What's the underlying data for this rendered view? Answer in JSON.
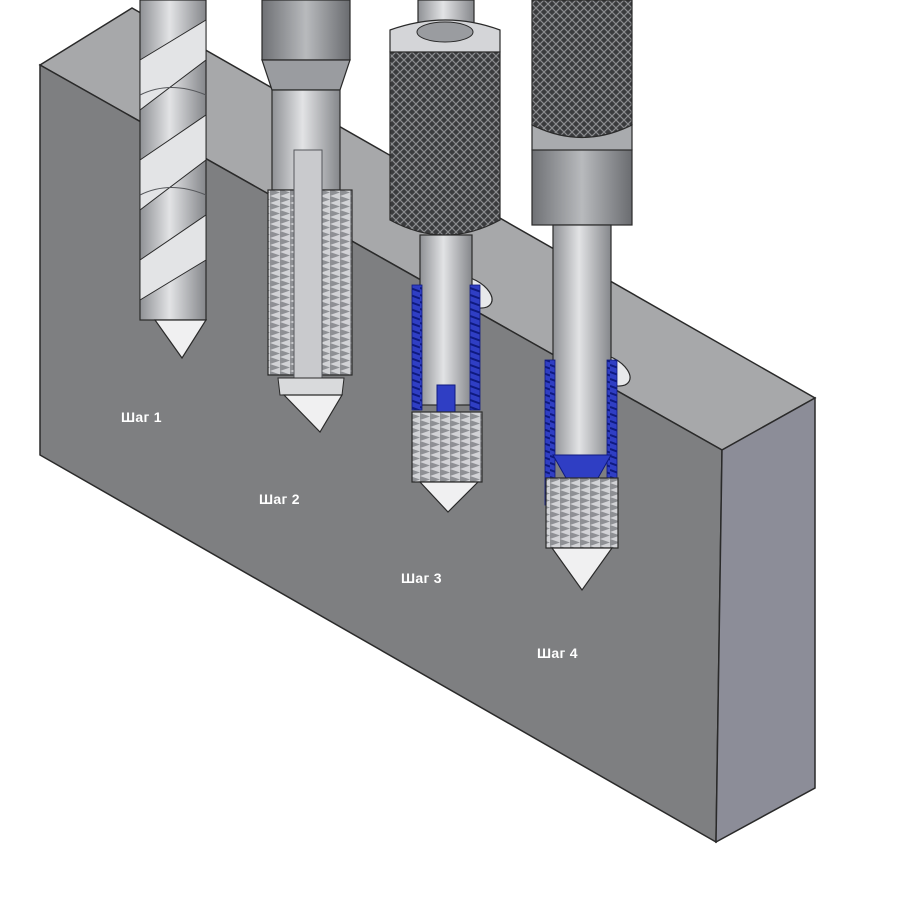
{
  "steps": [
    {
      "label": "Шаг 1",
      "tool": "twist-drill"
    },
    {
      "label": "Шаг 2",
      "tool": "taper-tap"
    },
    {
      "label": "Шаг 3",
      "tool": "thread-insert-installer"
    },
    {
      "label": "Шаг 4",
      "tool": "thread-insert-installer-final"
    }
  ],
  "colors": {
    "block_front": "#7e7f81",
    "block_top": "#a7a8aa",
    "block_side": "#8c8d98",
    "tool_steel": "#b9bbbe",
    "knurl": "#3a3b3d",
    "insert_thread": "#2f3ec4",
    "edge": "#2a2a2a"
  }
}
